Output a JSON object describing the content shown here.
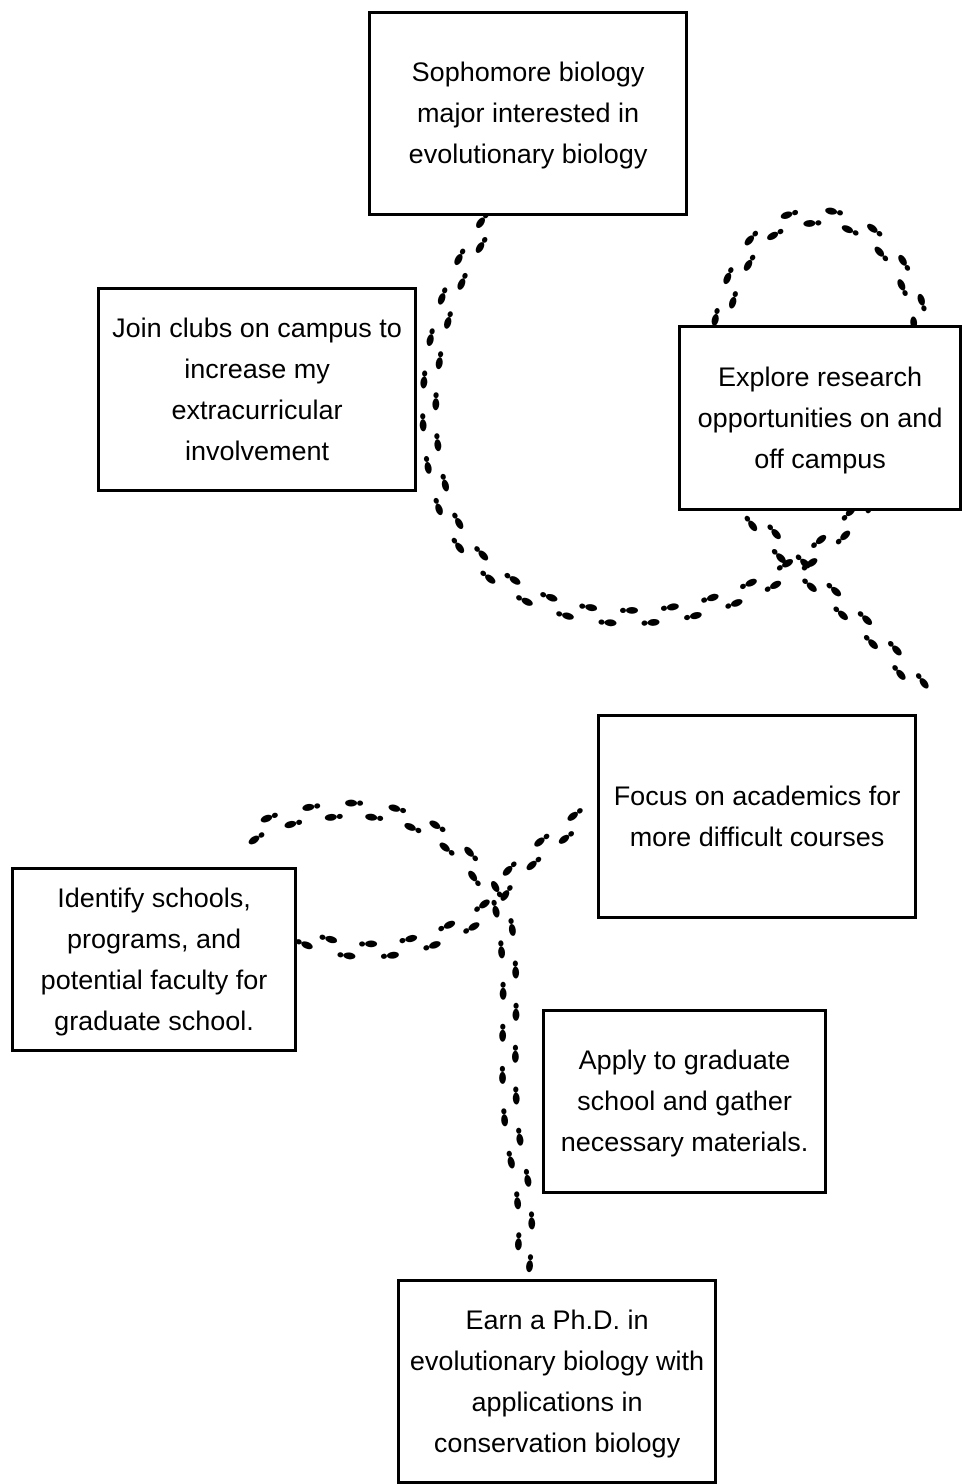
{
  "steps": [
    {
      "id": "sophomore",
      "text": "Sophomore biology major interested in evolutionary biology"
    },
    {
      "id": "clubs",
      "text": "Join clubs on campus to increase my extracurricular involvement"
    },
    {
      "id": "research",
      "text": "Explore research opportunities on and off campus"
    },
    {
      "id": "academics",
      "text": "Focus on academics for more difficult courses"
    },
    {
      "id": "schools",
      "text": "Identify schools, programs, and potential faculty for graduate school."
    },
    {
      "id": "apply",
      "text": "Apply to graduate school and gather necessary materials."
    },
    {
      "id": "phd",
      "text": "Earn a Ph.D. in evolutionary biology with applications in conservation biology"
    }
  ],
  "trail": {
    "icon": "footprints-icon",
    "color": "#000000"
  }
}
